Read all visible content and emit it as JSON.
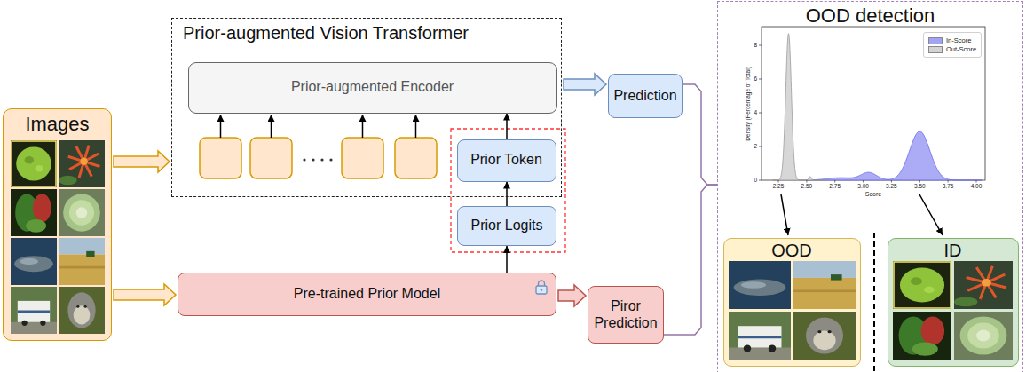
{
  "diagram": {
    "nodes": [
      {
        "text": [
          "Images"
        ]
      },
      {
        "text": [
          "Prior-augmented Vision Transformer"
        ]
      },
      {
        "text": [
          "Prior-augmented Encoder"
        ],
        "in": 1
      },
      {
        "text": [
          "Prior Token"
        ],
        "in": 1
      },
      {
        "text": [
          "Prior Logits"
        ]
      },
      {
        "text": [
          "Pre-trained Prior Model"
        ]
      },
      {
        "text": [
          "Prediction"
        ]
      },
      {
        "text": [
          "Piror Prediction"
        ]
      },
      {
        "text": [
          "OOD detection"
        ]
      },
      {
        "text": [
          "OOD"
        ],
        "in": 8
      },
      {
        "text": [
          "ID"
        ],
        "in": 8
      }
    ],
    "edges": [
      {
        "from": 0,
        "to": 1,
        "arrow": "to"
      },
      {
        "from": 0,
        "to": 5,
        "arrow": "to"
      },
      {
        "from": 1,
        "to": 6,
        "arrow": "to"
      },
      {
        "from": 5,
        "to": 7,
        "arrow": "to"
      },
      {
        "from": 5,
        "to": 4,
        "arrow": "to"
      },
      {
        "from": 4,
        "to": 3,
        "arrow": "to"
      },
      {
        "from": 3,
        "to": 2,
        "arrow": "to"
      },
      {
        "from": 6,
        "to": 8,
        "arrow": "none"
      },
      {
        "from": 7,
        "to": 8,
        "arrow": "none"
      }
    ],
    "labels": [
      "Density (Percentage of Total)",
      "Score",
      "0",
      "2",
      "4",
      "6",
      "8",
      "2.25",
      "2.50",
      "2.75",
      "3.00",
      "3.25",
      "3.50",
      "3.75",
      "4.00"
    ],
    "legend": [
      {
        "text": "In-Score",
        "color": "#a3a3f5"
      },
      {
        "text": "Out-Score",
        "color": "#d3d3d3"
      }
    ]
  }
}
